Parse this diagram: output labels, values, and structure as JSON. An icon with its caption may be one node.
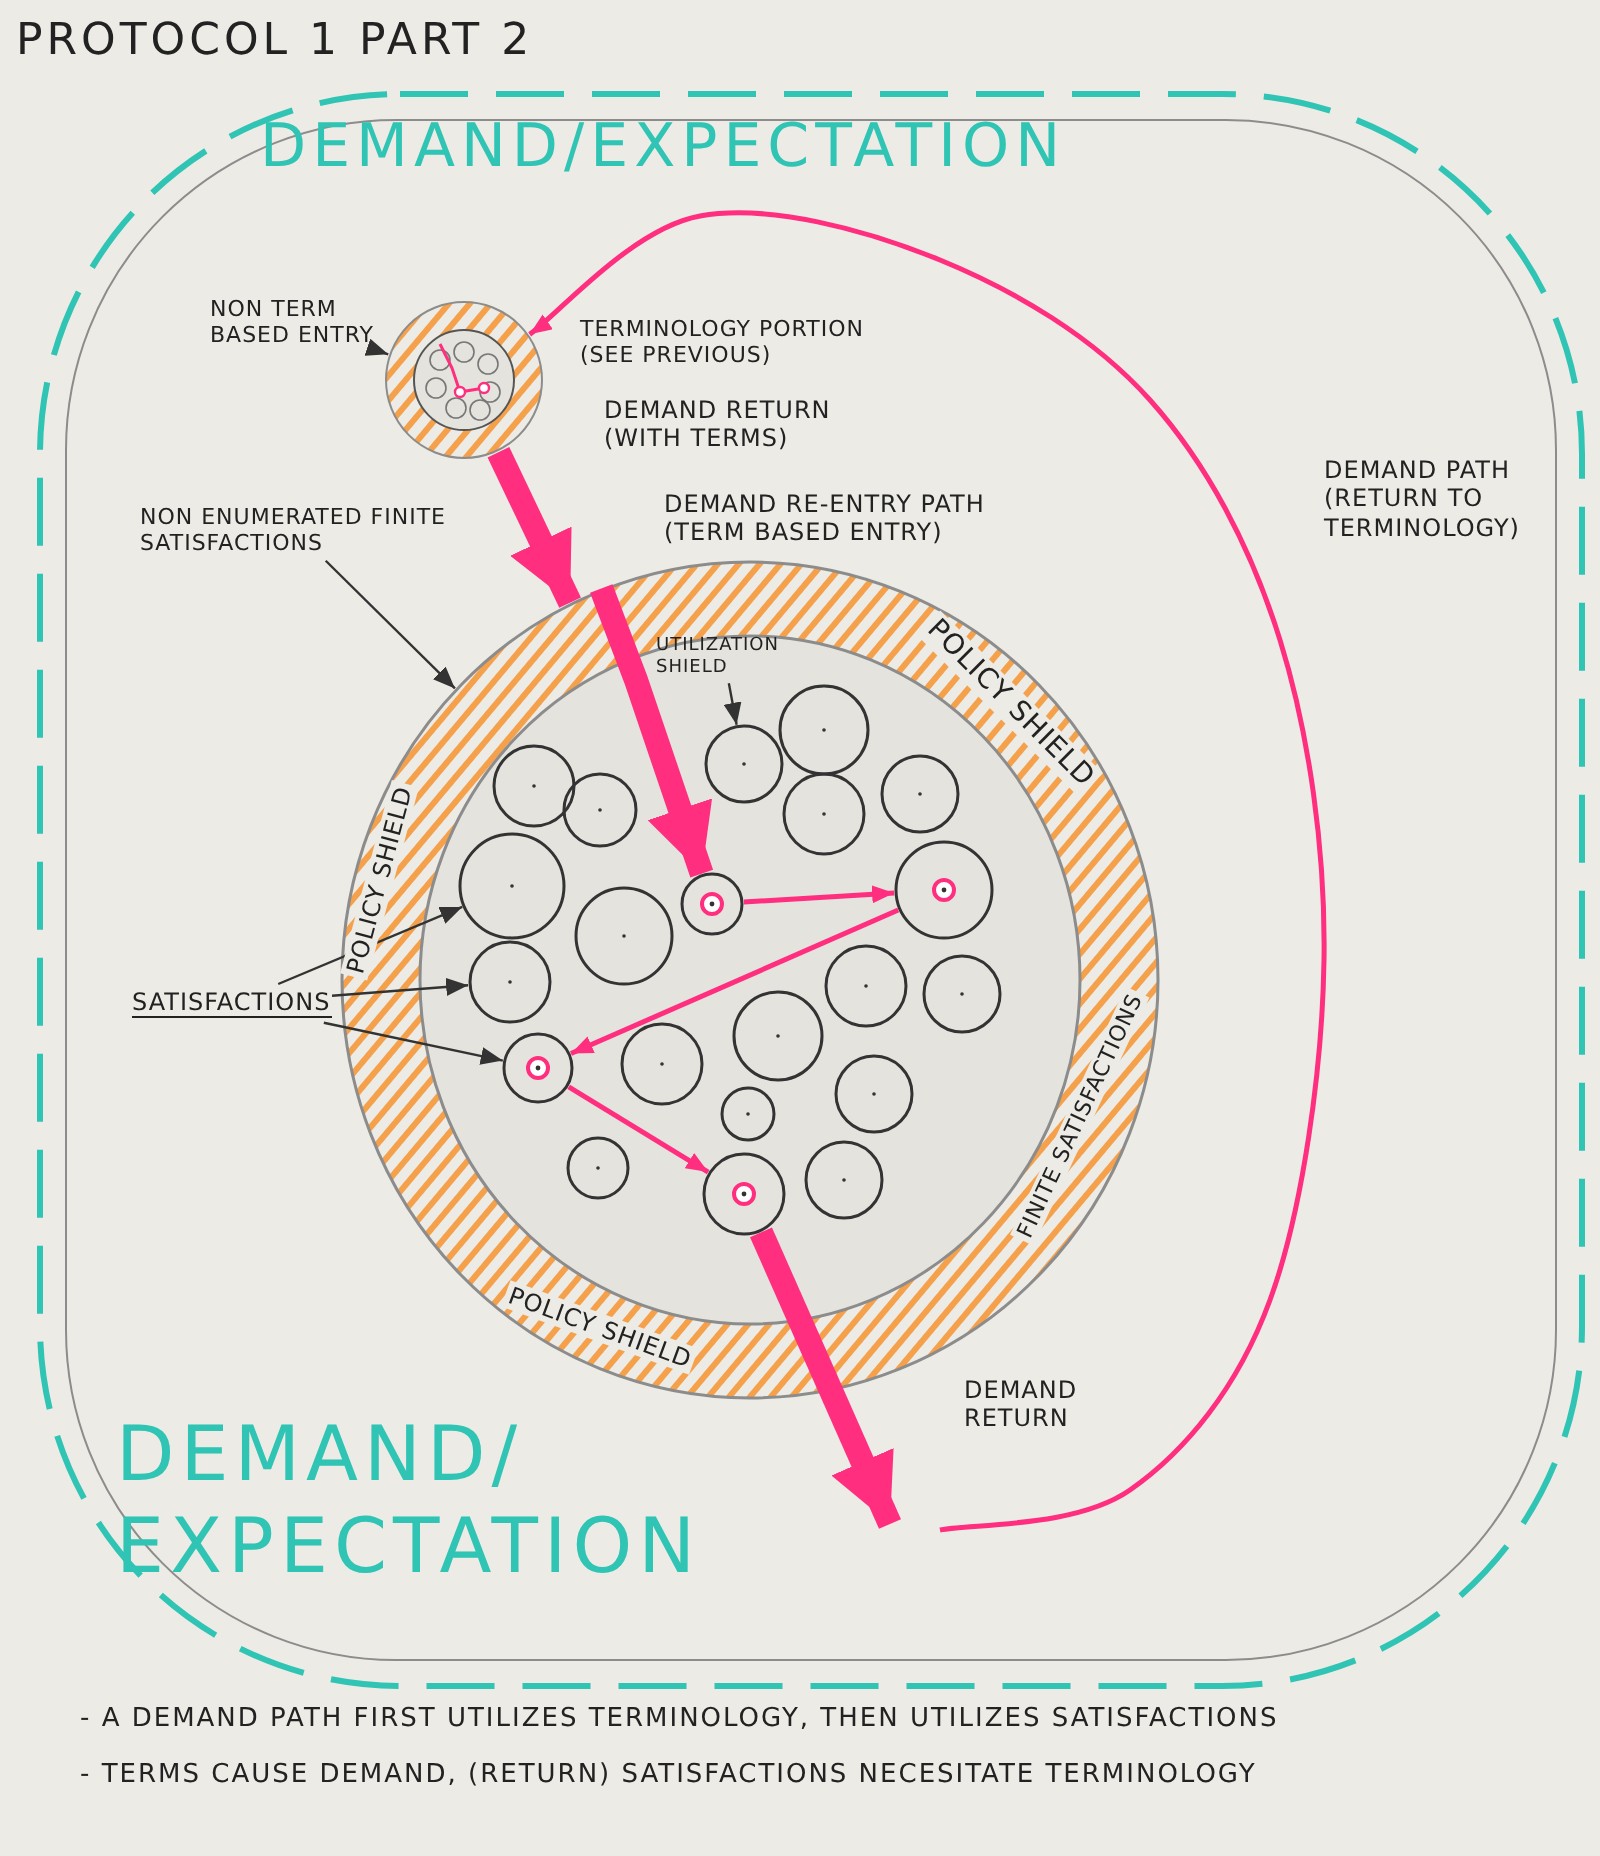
{
  "diagram": {
    "title": "PROTOCOL 1 PART 2",
    "nodes": [
      {
        "text": [
          "DEMAND/EXPECTATION",
          "DEMAND/ EXPECTATION"
        ]
      },
      {
        "text": [
          "NON TERM BASED ENTRY"
        ],
        "in": 0
      },
      {
        "text": [],
        "shape": "circle",
        "beside": [
          "TERMINOLOGY PORTION (SEE PREVIOUS)"
        ],
        "in": 0
      },
      {
        "text": [
          "NON ENUMERATED FINITE SATISFACTIONS"
        ],
        "in": 0
      },
      {
        "text": [
          "POLICY SHIELD",
          "POLICY SHIELD",
          "POLICY SHIELD",
          "FINITE SATISFACTIONS"
        ],
        "in": 0
      },
      {
        "text": [
          "UTILIZATION SHIELD"
        ],
        "in": 4
      },
      {
        "text": [
          "SATISFACTIONS"
        ],
        "in": 0
      },
      {
        "text": [],
        "shape": "circle",
        "in": 4
      },
      {
        "text": [],
        "shape": "circle",
        "in": 4
      },
      {
        "text": [],
        "shape": "circle",
        "in": 4
      },
      {
        "text": [],
        "shape": "circle",
        "in": 4
      },
      {
        "text": [],
        "shape": "circle",
        "in": 4
      },
      {
        "text": [],
        "shape": "circle",
        "in": 4
      },
      {
        "text": [],
        "shape": "circle",
        "in": 4
      },
      {
        "text": [],
        "shape": "circle",
        "in": 4
      },
      {
        "text": [],
        "shape": "circle",
        "in": 4
      },
      {
        "text": [],
        "shape": "circle",
        "in": 4
      },
      {
        "text": [],
        "shape": "circle",
        "in": 4
      },
      {
        "text": [],
        "shape": "circle",
        "in": 4
      },
      {
        "text": [],
        "shape": "circle",
        "in": 4
      },
      {
        "text": [],
        "shape": "circle",
        "in": 4
      },
      {
        "text": [],
        "shape": "circle",
        "in": 4
      },
      {
        "text": [],
        "shape": "circle",
        "in": 4
      },
      {
        "text": [],
        "shape": "circle",
        "in": 4
      },
      {
        "text": [],
        "shape": "circle",
        "in": 4
      },
      {
        "text": [],
        "shape": "circle",
        "in": 4
      },
      {
        "text": [],
        "shape": "circle",
        "in": 4
      },
      {
        "text": [],
        "shape": "circle",
        "in": 4
      }
    ],
    "edges": [
      {
        "from": 1,
        "to": 2,
        "arrow": "to",
        "color": "#333333"
      },
      {
        "from": 2,
        "to": 4,
        "arrow": "to",
        "style": "thick",
        "label": "DEMAND RETURN (WITH TERMS)"
      },
      {
        "from": 4,
        "to": 15,
        "arrow": "to",
        "style": "thick",
        "label": "DEMAND RE-ENTRY PATH (TERM BASED ENTRY)"
      },
      {
        "from": 3,
        "to": 4,
        "arrow": "to",
        "color": "#333333"
      },
      {
        "from": 5,
        "to": 9,
        "arrow": "to",
        "color": "#333333"
      },
      {
        "from": 6,
        "to": 13,
        "arrow": "to",
        "color": "#333333"
      },
      {
        "from": 6,
        "to": 17,
        "arrow": "to",
        "color": "#333333"
      },
      {
        "from": 6,
        "to": 21,
        "arrow": "to",
        "color": "#333333"
      },
      {
        "from": 15,
        "to": 16,
        "arrow": "to"
      },
      {
        "from": 16,
        "to": 21,
        "arrow": "to"
      },
      {
        "from": 21,
        "to": 26,
        "arrow": "to"
      },
      {
        "from": 26,
        "to": null,
        "arrow": "to",
        "style": "thick",
        "label": "DEMAND RETURN"
      },
      {
        "from": null,
        "to": 2,
        "arrow": "to",
        "label": "DEMAND PATH (RETURN TO TERMINOLOGY)"
      }
    ],
    "labels": [
      "- A DEMAND PATH FIRST UTILIZES TERMINOLOGY, THEN UTILIZES SATISFACTIONS",
      "- TERMS CAUSE DEMAND, (RETURN) SATISFACTIONS NECESITATE TERMINOLOGY"
    ]
  }
}
